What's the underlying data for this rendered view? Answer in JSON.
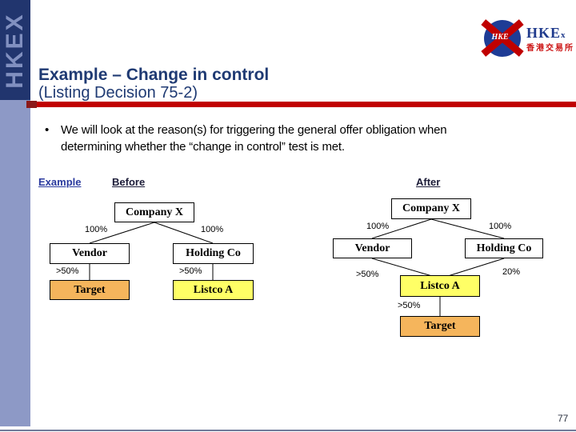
{
  "slide": {
    "title": "Example – Change in control",
    "subtitle": "(Listing Decision 75-2)",
    "bullet_glyph": "•",
    "bullet_line1": "We will look at the reason(s) for triggering the general offer obligation when",
    "bullet_line2": "determining whether the “change in control” test is met.",
    "page_number": "77"
  },
  "logo": {
    "sidebar_wordmark": "HKEX",
    "globe_text": "HKE",
    "brand_main": "HKE",
    "brand_x": "x",
    "brand_chinese": "香港交易所"
  },
  "section": {
    "example_label": "Example",
    "before_label": "Before",
    "after_label": "After"
  },
  "diagram": {
    "before": {
      "company": "Company X",
      "vendor": "Vendor",
      "holding": "Holding Co",
      "target": "Target",
      "listco": "Listco A",
      "pct_company_vendor": "100%",
      "pct_company_holding": "100%",
      "pct_vendor_target": ">50%",
      "pct_holding_listco": ">50%"
    },
    "after": {
      "company": "Company X",
      "vendor": "Vendor",
      "holding": "Holding Co",
      "listco": "Listco A",
      "target": "Target",
      "pct_company_vendor": "100%",
      "pct_company_holding": "100%",
      "pct_vendor_listco": ">50%",
      "pct_holding_listco": "20%",
      "pct_listco_target": ">50%"
    }
  },
  "colors": {
    "navy_title": "#1F3A73",
    "sidebar_top": "#21356E",
    "sidebar_bottom": "#8D99C6",
    "sidebar_letters": "#8190C0",
    "accent_red": "#C00000",
    "box_yellow": "#FFFF66",
    "box_orange": "#F5B55C",
    "logo_blue": "#1E3C96"
  }
}
